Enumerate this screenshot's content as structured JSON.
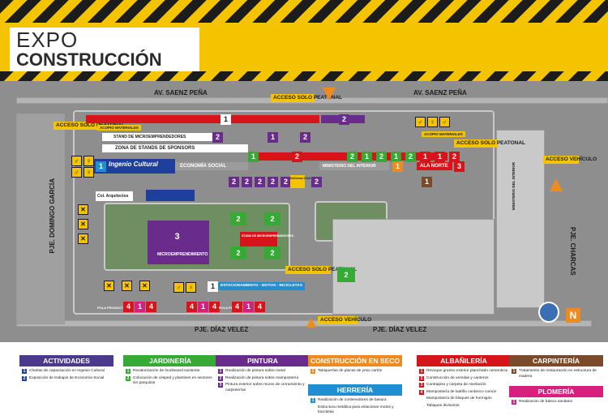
{
  "logo": {
    "line1": "EXPO",
    "line2": "CONSTRUCCIÓN"
  },
  "streets": {
    "top_left": "AV. SAENZ PEÑA",
    "top_right": "AV. SAENZ PEÑA",
    "left": "PJE. DOMINGO GARCÍA",
    "right": "PJE. CHARCAS",
    "bottom_left": "PJE. DÍAZ VELEZ",
    "bottom_right": "PJE. DÍAZ VELEZ"
  },
  "signs": {
    "acceso_peatonal": "ACCESO SOLO PEATONAL",
    "acceso_vehiculo": "ACCESO VEHÍCULO",
    "acopio": "ACOPIO MATERIALES",
    "ala_norte": "ALA NORTE",
    "ministerio": "MINISTERIO DEL INTERIOR",
    "stand_micro": "STAND DE MICROEMPRENDEDORES",
    "zona_sponsors": "ZONA DE STANDS DE SPONSORS",
    "economia": "ECONOMÍA SOCIAL",
    "ingenio": "Ingenio Cultural",
    "col_arq": "Col. Arquitectos",
    "defensa": "Defensa Civil",
    "microemprendimiento": "MICROEMPRENDIMIENTO",
    "stand_micro_small": "STAND DE MICROEMPRENDEDORES",
    "estacionamiento": "ESTACIONAMIENTO - MOTOS - BICICLETAS",
    "pola_productos": "POLA PRODUCTOS",
    "ministerio_vert": "MINISTERIO DEL INTERIOR",
    "compass": "N"
  },
  "legend": [
    {
      "title": "ACTIVIDADES COMPLEMENTARIAS",
      "color": "#4b3a8c",
      "chip": "#1f3f9c",
      "items": [
        "1 Charlas de capacitación en Ingenio Cultural",
        "2 Exposición de trabajos de Economía Social"
      ]
    },
    {
      "title": "JARDINERÍA",
      "color": "#37a935",
      "chip": "#37a935",
      "items": [
        "1 Revalorización de lourlineard existente",
        "2 Colocación de césped y plantines en sectores sin parquizar"
      ]
    },
    {
      "title": "PINTURA",
      "color": "#6a2c8c",
      "chip": "#6a2c8c",
      "items": [
        "1 Realización de pintura sobre metal",
        "2 Realización de pintura sobre mampostería",
        "3 Pintura exterior sobre muros de cerramiento y carpinterías"
      ]
    },
    {
      "title": "CONSTRUCCIÓN EN SECO",
      "color": "#ef8a1e",
      "chip": "#ef8a1e",
      "items": [
        "1 Tabiquerías de placas de yeso cartón"
      ]
    },
    {
      "title": "HERRERÍA",
      "color": "#1f8fd1",
      "chip": "#1f8fd1",
      "items": [
        "1 Realización de contenedores de basura",
        "Estructura metálica para estacionar motos y bicicletas"
      ]
    },
    {
      "title": "ALBAÑILERÍA",
      "color": "#d7141a",
      "chip": "#d7141a",
      "items": [
        "1 Revoque grueso exterior planchado cementicio",
        "2 Construcción de veredas y canteros",
        "3 Contrapiso y carpeta de nivelación",
        "4 Mampostería de ladrillo cerámico común",
        "Mampostería de bloques de hormigón",
        "Tabiques divisorios"
      ]
    },
    {
      "title": "CARPINTERÍA",
      "color": "#7a4a2a",
      "chip": "#7a4a2a",
      "items": [
        "1 Tratamiento de restauración en estructura de madera"
      ]
    },
    {
      "title": "PLOMERÍA",
      "color": "#d81f7d",
      "chip": "#d81f7d",
      "items": [
        "1 Realización de básico sanitario"
      ]
    }
  ]
}
